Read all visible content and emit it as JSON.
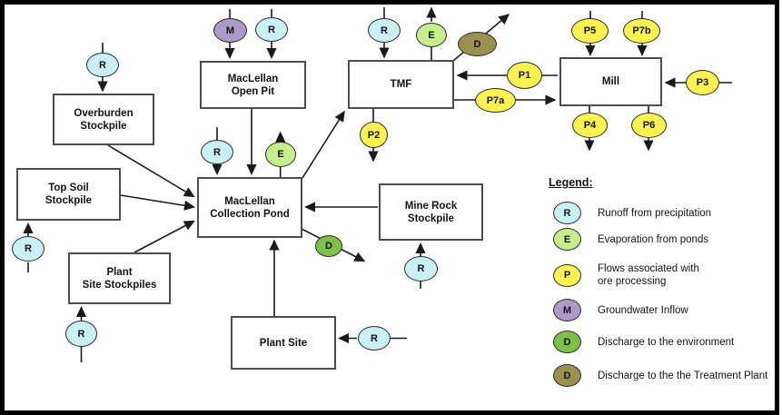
{
  "colors": {
    "runoff": "#c9f0f5",
    "evaporation": "#c6ee8c",
    "process": "#faf24f",
    "groundwater": "#ae9ac8",
    "discharge_env": "#7dc148",
    "discharge_treatment": "#9c9051",
    "line": "#1a1a1a",
    "box_border": "#4d4d4d",
    "frame": "#000000"
  },
  "nodes": {
    "overburden": "Overburden\nStockpile",
    "open_pit": "MacLellan\nOpen Pit",
    "tmf": "TMF",
    "mill": "Mill",
    "top_soil": "Top Soil\nStockpile",
    "collection_pond": "MacLellan\nCollection Pond",
    "plant_site_stockpiles": "Plant\nSite Stockpiles",
    "plant_site": "Plant Site",
    "mine_rock": "Mine Rock\nStockpile"
  },
  "flows": {
    "r_overburden": "R",
    "m_open_pit": "M",
    "r_open_pit": "R",
    "r_tmf": "R",
    "e_tmf": "E",
    "d_tmf": "D",
    "p1": "P1",
    "p7a": "P7a",
    "p2": "P2",
    "p5": "P5",
    "p7b": "P7b",
    "p3": "P3",
    "p4": "P4",
    "p6": "P6",
    "r_pond": "R",
    "e_pond": "E",
    "d_pond": "D",
    "r_top_soil": "R",
    "r_plant_stockpiles": "R",
    "r_plant_site": "R",
    "r_mine_rock": "R"
  },
  "legend": {
    "title": "Legend:",
    "items": [
      {
        "letter": "R",
        "type": "runoff",
        "text": "Runoff from precipitation"
      },
      {
        "letter": "E",
        "type": "evaporation",
        "text": "Evaporation from ponds"
      },
      {
        "letter": "P",
        "type": "process",
        "text": "Flows associated with\nore processing"
      },
      {
        "letter": "M",
        "type": "groundwater",
        "text": "Groundwater Inflow"
      },
      {
        "letter": "D",
        "type": "discharge_env",
        "text": "Discharge to the environment"
      },
      {
        "letter": "D",
        "type": "discharge_treatment",
        "text": "Discharge to the the Treatment Plant"
      }
    ]
  }
}
